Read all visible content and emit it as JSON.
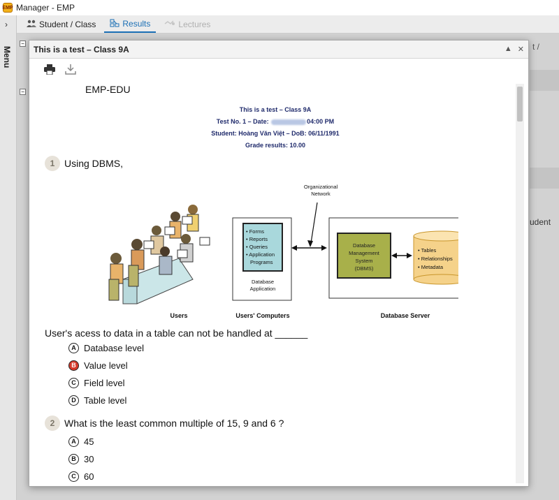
{
  "window": {
    "title": "Manager - EMP",
    "logo_text": "EMP"
  },
  "menu": {
    "label": "Menu"
  },
  "tabs": [
    {
      "label": "Student / Class",
      "icon": "people-icon",
      "state": "normal"
    },
    {
      "label": "Results",
      "icon": "results-icon",
      "state": "active"
    },
    {
      "label": "Lectures",
      "icon": "lectures-icon",
      "state": "disabled"
    }
  ],
  "background": {
    "right_label": "t /",
    "student_label": "udent"
  },
  "dialog": {
    "title": "This is a test – Class 9A",
    "toolbar": {
      "print_icon": "print-icon",
      "download_icon": "download-icon"
    }
  },
  "document": {
    "org": "EMP-EDU",
    "header": {
      "title": "This is a test – Class 9A",
      "test_prefix": "Test No. 1 – Date: ",
      "test_time": "04:00 PM",
      "student": "Student: Hoàng Văn Việt – DoB: 06/11/1991",
      "grade": "Grade results: 10.00"
    },
    "questions": [
      {
        "number": "1",
        "text": "Using DBMS,",
        "prompt": "User's acess to data in a table can not be handled at ______",
        "options": [
          {
            "letter": "A",
            "text": "Database level",
            "selected": false
          },
          {
            "letter": "B",
            "text": "Value level",
            "selected": true
          },
          {
            "letter": "C",
            "text": "Field level",
            "selected": false
          },
          {
            "letter": "D",
            "text": "Table level",
            "selected": false
          }
        ]
      },
      {
        "number": "2",
        "text": "What is the least common multiple of 15, 9 and 6 ?",
        "options": [
          {
            "letter": "A",
            "text": "45",
            "selected": false
          },
          {
            "letter": "B",
            "text": "30",
            "selected": false
          },
          {
            "letter": "C",
            "text": "60",
            "selected": false
          }
        ]
      }
    ],
    "diagram": {
      "network_label_1": "Organizational",
      "network_label_2": "Network",
      "app_items": [
        "Forms",
        "Reports",
        "Queries",
        "Application",
        "Programs"
      ],
      "app_label_1": "Database",
      "app_label_2": "Application",
      "dbms_lines": [
        "Database",
        "Management",
        "System",
        "(DBMS)"
      ],
      "db_items": [
        "Tables",
        "Relationships",
        "Metadata"
      ],
      "captions": {
        "users": "Users",
        "computers": "Users' Computers",
        "server": "Database Server"
      }
    }
  },
  "colors": {
    "accent": "#1b6fb5",
    "selected_badge": "#d63a2b",
    "header_text": "#1f2a6b",
    "dbms_box": "#a8b04a",
    "db_cylinder": "#f5d28a",
    "app_box": "#a9d8dc"
  }
}
